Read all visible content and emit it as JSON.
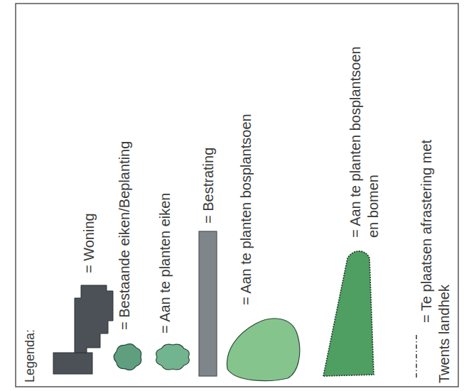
{
  "diagram": {
    "title": "Legenda:",
    "legend": [
      {
        "text": "= Woning",
        "color": "#4b5157"
      },
      {
        "text": "= Bestaande eiken/Beplanting",
        "color": "#5f9f80"
      },
      {
        "text": "= Aan te planten eiken",
        "color": "#72b48e"
      },
      {
        "text": "= Bestrating",
        "color": "#7f8589"
      },
      {
        "text": "= Aan te planten bosplantsoen",
        "color": "#86c48e"
      },
      {
        "text": "= Aan te planten bosplantsoen en bomen",
        "color": "#4f9e62"
      },
      {
        "text": "= Te plaatsen afrastering met Twents landhek"
      }
    ]
  }
}
